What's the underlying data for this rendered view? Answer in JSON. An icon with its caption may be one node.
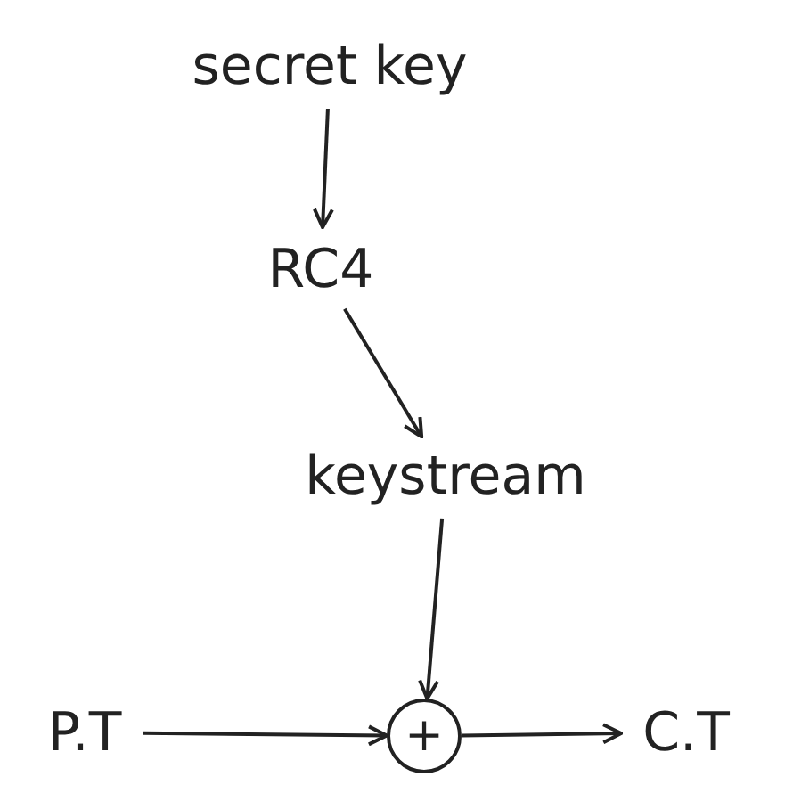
{
  "diagram": {
    "nodes": [
      {
        "text": [
          "secret key"
        ]
      },
      {
        "text": [
          "RC4"
        ]
      },
      {
        "text": [
          "keystream"
        ]
      },
      {
        "text": [
          "+"
        ]
      },
      {
        "text": [
          "P.T"
        ]
      },
      {
        "text": [
          "C.T"
        ]
      }
    ],
    "edges": [
      {
        "from": 0,
        "to": 1,
        "arrow": "to"
      },
      {
        "from": 1,
        "to": 2,
        "arrow": "to"
      },
      {
        "from": 2,
        "to": 3,
        "arrow": "to"
      },
      {
        "from": 4,
        "to": 3,
        "arrow": "to"
      },
      {
        "from": 3,
        "to": 5,
        "arrow": "to"
      }
    ]
  }
}
